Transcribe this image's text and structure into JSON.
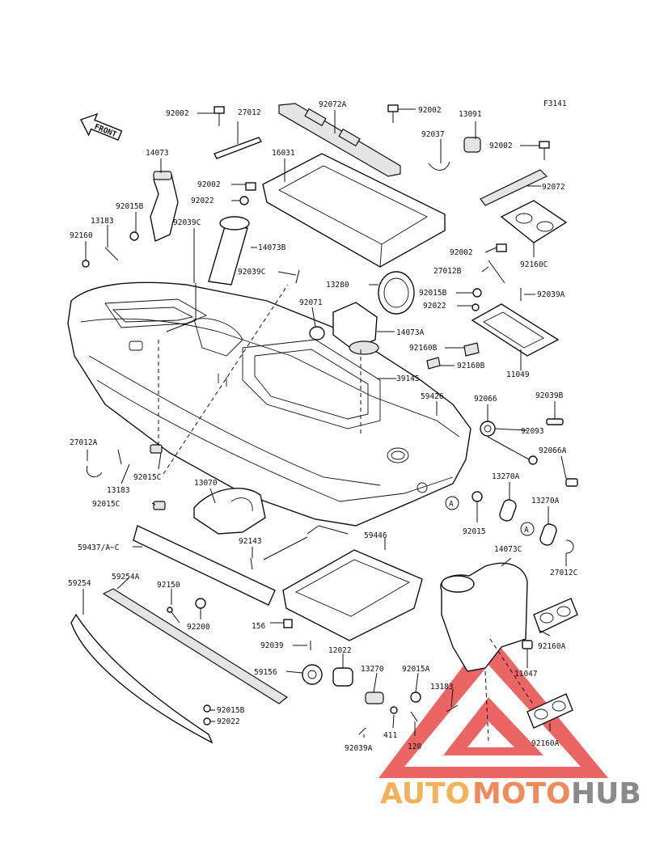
{
  "figure_code": "F3141",
  "front_label": "FRONT",
  "callout_a": "A",
  "watermark": {
    "auto": "AUTO",
    "moto": "MOTO",
    "hub": "HUB",
    "colors": {
      "auto": "#f3b25a",
      "moto": "#ef8a5a",
      "hub": "#8a8a8a",
      "triangle": "#e94b4b"
    }
  },
  "parts": [
    "92002",
    "27012",
    "92072A",
    "92002",
    "13091",
    "92037",
    "92002",
    "14073",
    "16031",
    "92002",
    "92022",
    "92072",
    "92015B",
    "13183",
    "92039C",
    "92160",
    "14073B",
    "92160C",
    "92002",
    "92039C",
    "27012B",
    "13280",
    "92015B",
    "92039A",
    "92071",
    "92022",
    "14073A",
    "92160B",
    "11049",
    "92160B",
    "39145",
    "59426",
    "92066",
    "92039B",
    "92093",
    "27012A",
    "92066A",
    "13270A",
    "92015C",
    "13183",
    "13070",
    "92015C",
    "13270A",
    "92015",
    "59446",
    "92143",
    "27012C",
    "59437/A~C",
    "14073C",
    "59254",
    "59254A",
    "92150",
    "92200",
    "156",
    "92160A",
    "92039",
    "12022",
    "11047",
    "59156",
    "13270",
    "92015A",
    "13183",
    "92015B",
    "92022",
    "411",
    "120",
    "92039A",
    "92160A"
  ]
}
